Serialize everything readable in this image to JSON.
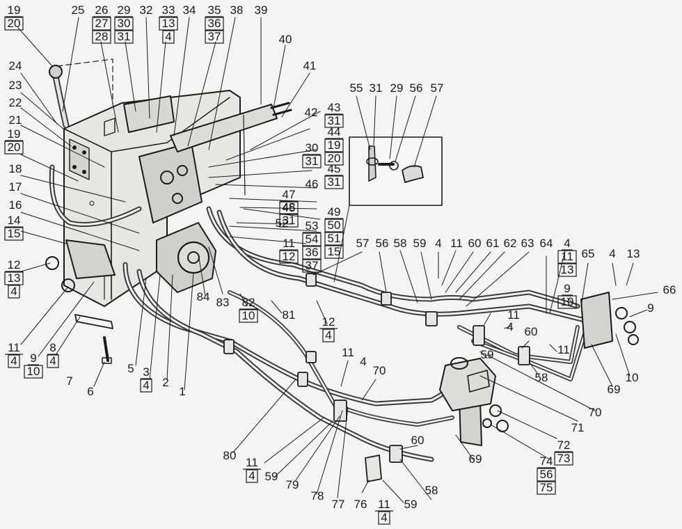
{
  "colors": {
    "ink": "#1a1a1a",
    "paper": "#f4f4f2",
    "hose": "#3a3a3a",
    "shade": "#9a9a9a"
  },
  "callouts": [
    {
      "id": "c19a",
      "lines": [
        {
          "t": "19",
          "box": false
        },
        {
          "t": "20",
          "box": true
        }
      ]
    },
    {
      "id": "c25",
      "lines": [
        {
          "t": "25",
          "box": false
        }
      ]
    },
    {
      "id": "c26",
      "lines": [
        {
          "t": "26",
          "box": false
        },
        {
          "t": "27",
          "box": true
        },
        {
          "t": "28",
          "box": true
        }
      ]
    },
    {
      "id": "c29a",
      "lines": [
        {
          "t": "29",
          "box": false
        },
        {
          "t": "30",
          "box": true
        },
        {
          "t": "31",
          "box": true
        }
      ]
    },
    {
      "id": "c32",
      "lines": [
        {
          "t": "32",
          "box": false
        }
      ]
    },
    {
      "id": "c33",
      "lines": [
        {
          "t": "33",
          "box": false
        },
        {
          "t": "13",
          "box": true
        },
        {
          "t": "4",
          "box": true
        }
      ]
    },
    {
      "id": "c34",
      "lines": [
        {
          "t": "34",
          "box": false
        }
      ]
    },
    {
      "id": "c35",
      "lines": [
        {
          "t": "35",
          "box": false
        },
        {
          "t": "36",
          "box": true
        },
        {
          "t": "37",
          "box": true
        }
      ]
    },
    {
      "id": "c38",
      "lines": [
        {
          "t": "38",
          "box": false
        }
      ]
    },
    {
      "id": "c39",
      "lines": [
        {
          "t": "39",
          "box": false
        }
      ]
    },
    {
      "id": "c40",
      "lines": [
        {
          "t": "40",
          "box": false
        }
      ]
    },
    {
      "id": "c41",
      "lines": [
        {
          "t": "41",
          "box": false
        }
      ]
    },
    {
      "id": "c24",
      "lines": [
        {
          "t": "24",
          "box": false
        }
      ]
    },
    {
      "id": "c23",
      "lines": [
        {
          "t": "23",
          "box": false
        }
      ]
    },
    {
      "id": "c22",
      "lines": [
        {
          "t": "22",
          "box": false
        }
      ]
    },
    {
      "id": "c21",
      "lines": [
        {
          "t": "21",
          "box": false
        }
      ]
    },
    {
      "id": "c19b",
      "lines": [
        {
          "t": "19",
          "box": false
        },
        {
          "t": "20",
          "box": true
        }
      ]
    },
    {
      "id": "c18",
      "lines": [
        {
          "t": "18",
          "box": false
        }
      ]
    },
    {
      "id": "c17",
      "lines": [
        {
          "t": "17",
          "box": false
        }
      ]
    },
    {
      "id": "c16",
      "lines": [
        {
          "t": "16",
          "box": false
        }
      ]
    },
    {
      "id": "c14",
      "lines": [
        {
          "t": "14",
          "box": false
        },
        {
          "t": "15",
          "box": true
        }
      ]
    },
    {
      "id": "c12a",
      "lines": [
        {
          "t": "12",
          "box": false
        },
        {
          "t": "13",
          "box": true
        },
        {
          "t": "4",
          "box": true
        }
      ]
    },
    {
      "id": "c11a",
      "lines": [
        {
          "t": "11",
          "box": false
        },
        {
          "t": "4",
          "box": true
        }
      ]
    },
    {
      "id": "c9a",
      "lines": [
        {
          "t": "9",
          "box": false
        },
        {
          "t": "10",
          "box": true
        }
      ]
    },
    {
      "id": "c8",
      "lines": [
        {
          "t": "8",
          "box": false
        },
        {
          "t": "4",
          "box": true
        }
      ]
    },
    {
      "id": "c7",
      "lines": [
        {
          "t": "7",
          "box": false
        }
      ]
    },
    {
      "id": "c6",
      "lines": [
        {
          "t": "6",
          "box": false
        }
      ]
    },
    {
      "id": "c5",
      "lines": [
        {
          "t": "5",
          "box": false
        }
      ]
    },
    {
      "id": "c3",
      "lines": [
        {
          "t": "3",
          "box": false
        },
        {
          "t": "4",
          "box": true
        }
      ]
    },
    {
      "id": "c2",
      "lines": [
        {
          "t": "2",
          "box": false
        }
      ]
    },
    {
      "id": "c1",
      "lines": [
        {
          "t": "1",
          "box": false
        }
      ]
    },
    {
      "id": "c84",
      "lines": [
        {
          "t": "84",
          "box": false
        }
      ]
    },
    {
      "id": "c83",
      "lines": [
        {
          "t": "83",
          "box": false
        }
      ]
    },
    {
      "id": "c82",
      "lines": [
        {
          "t": "82",
          "box": false
        },
        {
          "t": "10",
          "box": true
        }
      ]
    },
    {
      "id": "c81",
      "lines": [
        {
          "t": "81",
          "box": false
        }
      ]
    },
    {
      "id": "c12b",
      "lines": [
        {
          "t": "12",
          "box": false
        },
        {
          "t": "4",
          "box": true
        }
      ]
    },
    {
      "id": "c80",
      "lines": [
        {
          "t": "80",
          "box": false
        }
      ]
    },
    {
      "id": "c11b",
      "lines": [
        {
          "t": "11",
          "box": false
        },
        {
          "t": "4",
          "box": true
        }
      ]
    },
    {
      "id": "c59a",
      "lines": [
        {
          "t": "59",
          "box": false
        }
      ]
    },
    {
      "id": "c79",
      "lines": [
        {
          "t": "79",
          "box": false
        }
      ]
    },
    {
      "id": "c78",
      "lines": [
        {
          "t": "78",
          "box": false
        }
      ]
    },
    {
      "id": "c77",
      "lines": [
        {
          "t": "77",
          "box": false
        }
      ]
    },
    {
      "id": "c76",
      "lines": [
        {
          "t": "76",
          "box": false
        }
      ]
    },
    {
      "id": "c11c",
      "lines": [
        {
          "t": "11",
          "box": false
        },
        {
          "t": "4",
          "box": true
        }
      ]
    },
    {
      "id": "c59b",
      "lines": [
        {
          "t": "59",
          "box": false
        }
      ]
    },
    {
      "id": "c58a",
      "lines": [
        {
          "t": "58",
          "box": false
        }
      ]
    },
    {
      "id": "c60a",
      "lines": [
        {
          "t": "60",
          "box": false
        }
      ]
    },
    {
      "id": "c69a",
      "lines": [
        {
          "t": "69",
          "box": false
        }
      ]
    },
    {
      "id": "c74",
      "lines": [
        {
          "t": "74",
          "box": false
        },
        {
          "t": "56",
          "box": true
        },
        {
          "t": "75",
          "box": true
        }
      ]
    },
    {
      "id": "c72",
      "lines": [
        {
          "t": "72",
          "box": false
        },
        {
          "t": "73",
          "box": true
        }
      ]
    },
    {
      "id": "c71",
      "lines": [
        {
          "t": "71",
          "box": false
        }
      ]
    },
    {
      "id": "c70a",
      "lines": [
        {
          "t": "70",
          "box": false
        }
      ]
    },
    {
      "id": "c70b",
      "lines": [
        {
          "t": "70",
          "box": false
        }
      ]
    },
    {
      "id": "c59c",
      "lines": [
        {
          "t": "59",
          "box": false
        }
      ]
    },
    {
      "id": "c11d",
      "lines": [
        {
          "t": "11",
          "box": false
        }
      ]
    },
    {
      "id": "c4a",
      "lines": [
        {
          "t": "4",
          "box": false
        }
      ]
    },
    {
      "id": "c11e",
      "lines": [
        {
          "t": "11",
          "box": false
        }
      ]
    },
    {
      "id": "c4b",
      "lines": [
        {
          "t": "4",
          "box": false
        }
      ]
    },
    {
      "id": "c60b",
      "lines": [
        {
          "t": "60",
          "box": false
        }
      ]
    },
    {
      "id": "c11f",
      "lines": [
        {
          "t": "11",
          "box": false
        }
      ]
    },
    {
      "id": "c58b",
      "lines": [
        {
          "t": "58",
          "box": false
        }
      ]
    },
    {
      "id": "c69b",
      "lines": [
        {
          "t": "69",
          "box": false
        }
      ]
    },
    {
      "id": "c10",
      "lines": [
        {
          "t": "10",
          "box": false
        }
      ]
    },
    {
      "id": "c9b",
      "lines": [
        {
          "t": "9",
          "box": false
        }
      ]
    },
    {
      "id": "c66",
      "lines": [
        {
          "t": "66",
          "box": false
        }
      ]
    },
    {
      "id": "c13",
      "lines": [
        {
          "t": "13",
          "box": false
        }
      ]
    },
    {
      "id": "c4c",
      "lines": [
        {
          "t": "4",
          "box": false
        }
      ]
    },
    {
      "id": "c65",
      "lines": [
        {
          "t": "65",
          "box": false
        }
      ]
    },
    {
      "id": "c9c",
      "lines": [
        {
          "t": "9",
          "box": false
        },
        {
          "t": "10",
          "box": true
        }
      ]
    },
    {
      "id": "c4d",
      "lines": [
        {
          "t": "4",
          "box": false
        },
        {
          "t": "11",
          "box": true
        },
        {
          "t": "13",
          "box": true
        }
      ]
    },
    {
      "id": "c64",
      "lines": [
        {
          "t": "64",
          "box": false
        }
      ]
    },
    {
      "id": "c63",
      "lines": [
        {
          "t": "63",
          "box": false
        }
      ]
    },
    {
      "id": "c62",
      "lines": [
        {
          "t": "62",
          "box": false
        }
      ]
    },
    {
      "id": "c61",
      "lines": [
        {
          "t": "61",
          "box": false
        }
      ]
    },
    {
      "id": "c60c",
      "lines": [
        {
          "t": "60",
          "box": false
        }
      ]
    },
    {
      "id": "c11g",
      "lines": [
        {
          "t": "11",
          "box": false
        }
      ]
    },
    {
      "id": "c4e",
      "lines": [
        {
          "t": "4",
          "box": false
        }
      ]
    },
    {
      "id": "c59d",
      "lines": [
        {
          "t": "59",
          "box": false
        }
      ]
    },
    {
      "id": "c58c",
      "lines": [
        {
          "t": "58",
          "box": false
        }
      ]
    },
    {
      "id": "c56a",
      "lines": [
        {
          "t": "56",
          "box": false
        }
      ]
    },
    {
      "id": "c57a",
      "lines": [
        {
          "t": "57",
          "box": false
        }
      ]
    },
    {
      "id": "c43",
      "lines": [
        {
          "t": "43",
          "box": false
        },
        {
          "t": "31",
          "box": true
        }
      ]
    },
    {
      "id": "c42",
      "lines": [
        {
          "t": "42",
          "box": false
        }
      ]
    },
    {
      "id": "c44",
      "lines": [
        {
          "t": "44",
          "box": false
        },
        {
          "t": "19",
          "box": true
        },
        {
          "t": "20",
          "box": true
        }
      ]
    },
    {
      "id": "c30",
      "lines": [
        {
          "t": "30",
          "box": false
        },
        {
          "t": "31",
          "box": true
        }
      ]
    },
    {
      "id": "c45",
      "lines": [
        {
          "t": "45",
          "box": false
        },
        {
          "t": "31",
          "box": true
        }
      ]
    },
    {
      "id": "c46",
      "lines": [
        {
          "t": "46",
          "box": false
        }
      ]
    },
    {
      "id": "c47",
      "lines": [
        {
          "t": "47",
          "box": false
        },
        {
          "t": "45",
          "box": true
        }
      ]
    },
    {
      "id": "c48",
      "lines": [
        {
          "t": "48",
          "box": false
        },
        {
          "t": "31",
          "box": true
        }
      ]
    },
    {
      "id": "c49",
      "lines": [
        {
          "t": "49",
          "box": false
        },
        {
          "t": "50",
          "box": true
        },
        {
          "t": "51",
          "box": true
        },
        {
          "t": "15",
          "box": true
        }
      ]
    },
    {
      "id": "c52",
      "lines": [
        {
          "t": "52",
          "box": false
        }
      ]
    },
    {
      "id": "c53",
      "lines": [
        {
          "t": "53",
          "box": false
        },
        {
          "t": "54",
          "box": true
        },
        {
          "t": "36",
          "box": true
        },
        {
          "t": "37",
          "box": true
        }
      ]
    },
    {
      "id": "c11h",
      "lines": [
        {
          "t": "11",
          "box": false
        },
        {
          "t": "12",
          "box": true
        }
      ]
    },
    {
      "id": "c55",
      "lines": [
        {
          "t": "55",
          "box": false
        }
      ]
    },
    {
      "id": "c31i",
      "lines": [
        {
          "t": "31",
          "box": false
        }
      ]
    },
    {
      "id": "c29i",
      "lines": [
        {
          "t": "29",
          "box": false
        }
      ]
    },
    {
      "id": "c56i",
      "lines": [
        {
          "t": "56",
          "box": false
        }
      ]
    },
    {
      "id": "c57i",
      "lines": [
        {
          "t": "57",
          "box": false
        }
      ]
    }
  ]
}
